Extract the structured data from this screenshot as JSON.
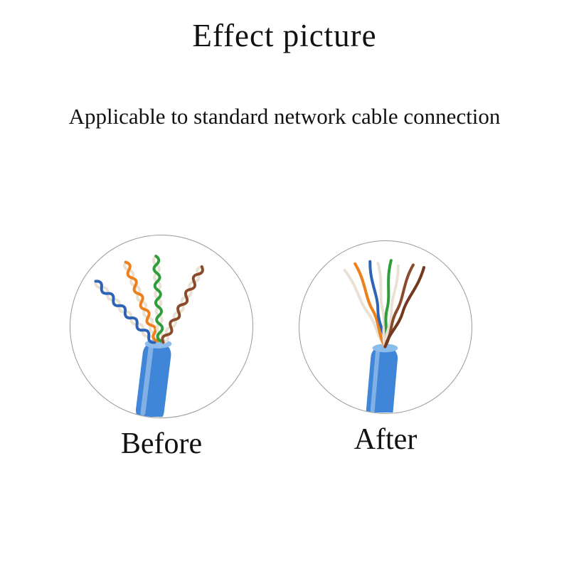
{
  "title": "Effect picture",
  "subtitle": "Applicable to standard network cable connection",
  "panels": [
    {
      "label": "Before"
    },
    {
      "label": "After"
    }
  ],
  "colors": {
    "jacket": "#3f86d8",
    "jacket_light": "#8cbcec",
    "wire_blue": "#2e63b5",
    "wire_orange": "#ef7f1a",
    "wire_green": "#2e9e3a",
    "wire_brown": "#8a4b2d",
    "wire_brown_dark": "#74381f",
    "wire_white": "#e9e2d4",
    "circle_border": "#9a9a9a",
    "text": "#111111"
  }
}
